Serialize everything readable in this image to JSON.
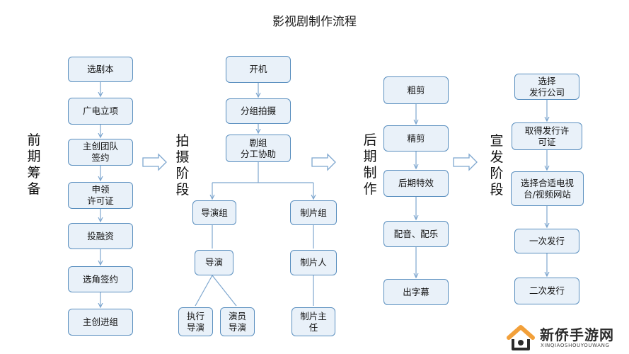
{
  "title": "影视剧制作流程",
  "phases": {
    "pre": "前期筹备",
    "shoot": "拍摄阶段",
    "post": "后期制作",
    "promo": "宣发阶段"
  },
  "pre": [
    "选剧本",
    "广电立项",
    "主创团队\n签约",
    "申领\n许可证",
    "投融资",
    "选角签约",
    "主创进组"
  ],
  "shoot": {
    "start": "开机",
    "groups": "分组拍摄",
    "division": "剧组\n分工协助",
    "director_group": "导演组",
    "director": "导演",
    "exec_director": "执行\n导演",
    "actor_director": "演员\n导演",
    "production_group": "制片组",
    "producer": "制片人",
    "production_manager": "制片主\n任"
  },
  "post": [
    "粗剪",
    "精剪",
    "后期特效",
    "配音、配乐",
    "出字幕"
  ],
  "promo": [
    "选择\n发行公司",
    "取得发行许\n可证",
    "选择合适电视\n台/视频网站",
    "一次发行",
    "二次发行"
  ],
  "logo": {
    "name": "新侨手游网",
    "sub": "XINQIAOSHOUYOUWANG"
  },
  "colors": {
    "box_border": "#5a8fbf",
    "box_fill": "#e9f1f9",
    "arrow": "#7ea7cf",
    "logo_orange": "#f2a03a"
  }
}
